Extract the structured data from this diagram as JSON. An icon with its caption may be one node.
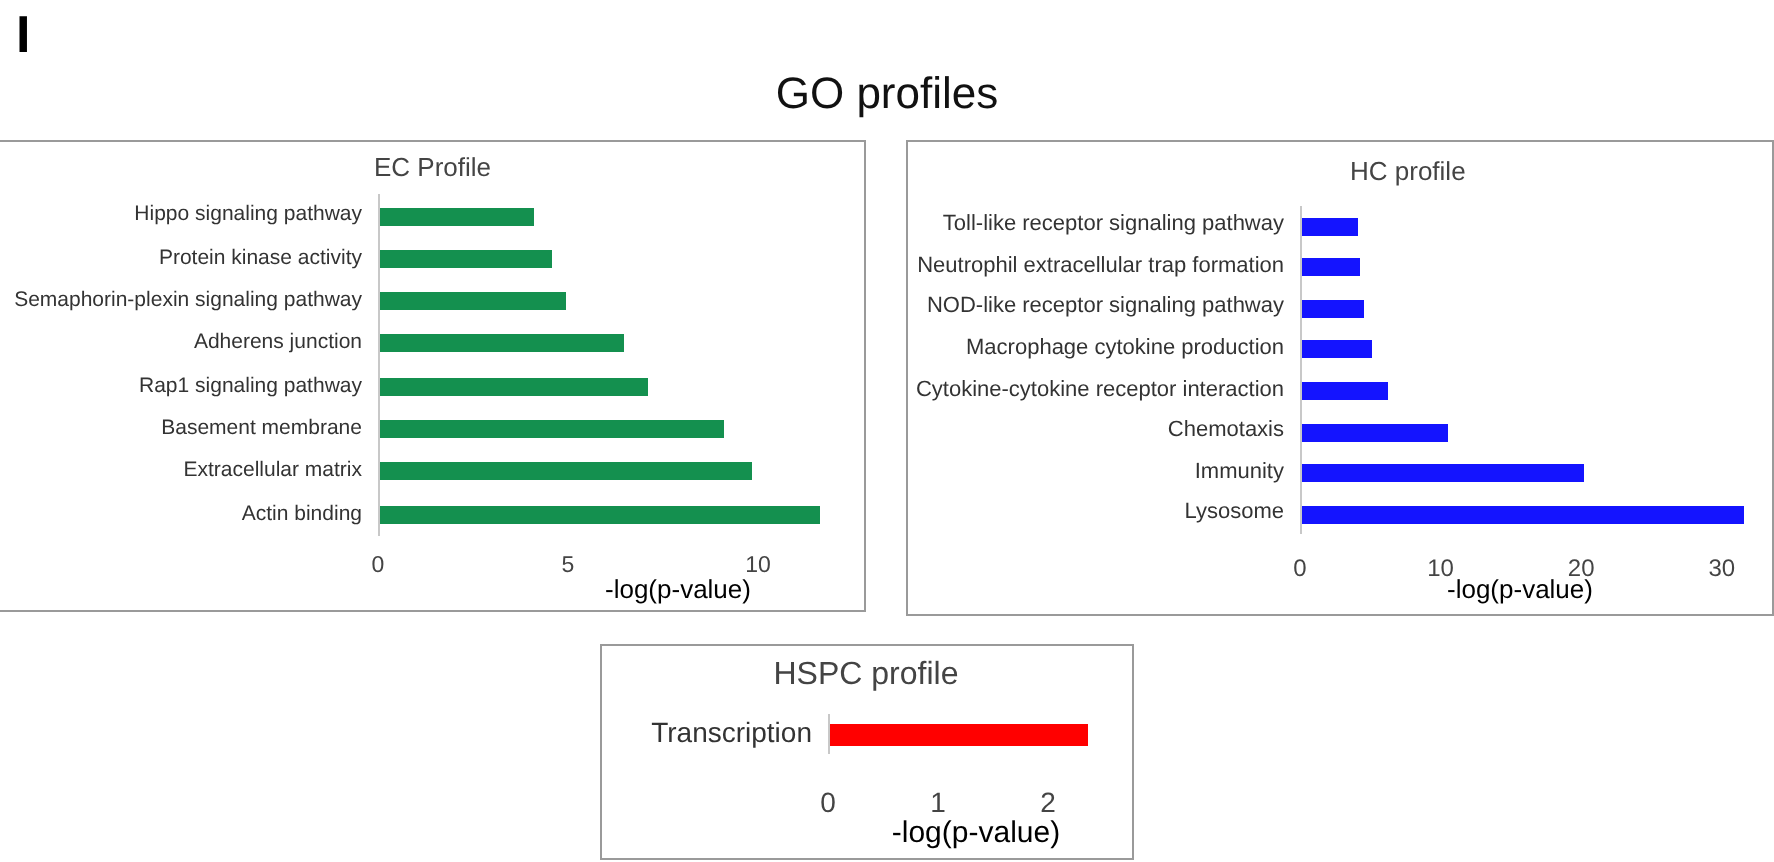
{
  "diagram": {
    "title": "GO profiles",
    "labels": [
      "I"
    ],
    "chart_data": [
      {
        "type": "bar",
        "orientation": "horizontal",
        "title": "EC Profile",
        "xlabel": "-log(p-value)",
        "categories": [
          "Hippo signaling pathway",
          "Protein kinase activity",
          "Semaphorin-plexin signaling pathway",
          "Adherens junction",
          "Rap1 signaling pathway",
          "Basement membrane",
          "Extracellular matrix",
          "Actin binding"
        ],
        "series": [
          {
            "color": "#14904f",
            "values": [
              4.05,
              4.5,
              4.9,
              6.4,
              7.05,
              9.05,
              9.8,
              11.6
            ]
          }
        ],
        "xticks": [
          0,
          5,
          10
        ],
        "xlim": [
          0,
          12.8
        ]
      },
      {
        "type": "bar",
        "orientation": "horizontal",
        "title": "HC profile",
        "xlabel": "-log(p-value)",
        "categories": [
          "Toll-like receptor signaling pathway",
          "Neutrophil extracellular trap formation",
          "NOD-like receptor signaling pathway",
          "Macrophage cytokine production",
          "Cytokine-cytokine receptor interaction",
          "Chemotaxis",
          "Immunity",
          "Lysosome"
        ],
        "series": [
          {
            "color": "#1414ff",
            "values": [
              4.0,
              4.1,
              4.4,
              5.0,
              6.1,
              10.4,
              20.0,
              31.4
            ]
          }
        ],
        "xticks": [
          0,
          10,
          20,
          30
        ],
        "xlim": [
          0,
          32
        ]
      },
      {
        "type": "bar",
        "orientation": "horizontal",
        "title": "HSPC profile",
        "xlabel": "-log(p-value)",
        "categories": [
          "Transcription"
        ],
        "series": [
          {
            "color": "#ff0000",
            "values": [
              2.35
            ]
          }
        ],
        "xticks": [
          0,
          1,
          2
        ],
        "xlim": [
          0,
          2.78
        ]
      }
    ]
  }
}
